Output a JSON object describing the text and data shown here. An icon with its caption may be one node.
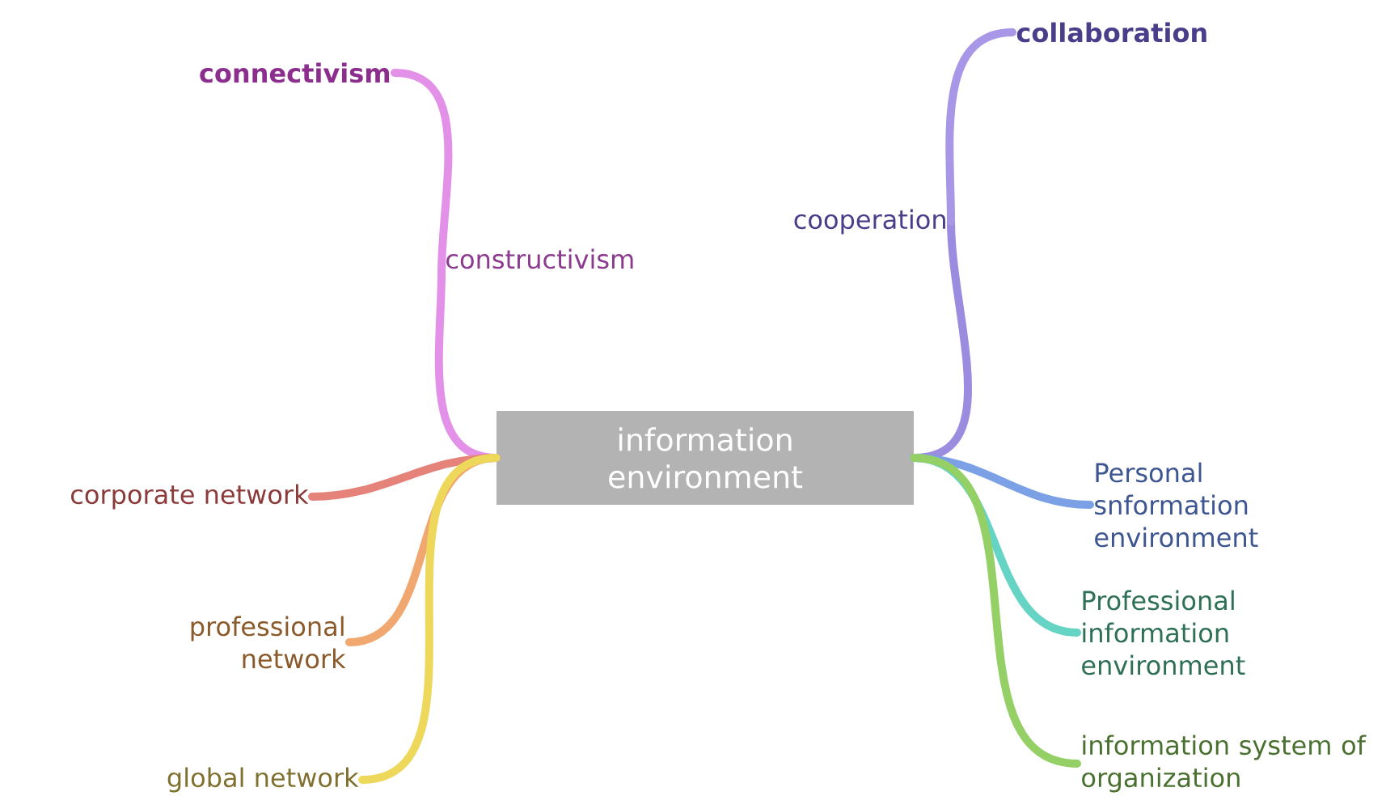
{
  "diagram": {
    "nodes": [
      {
        "text": [
          "**connectivism**"
        ]
      },
      {
        "text": [
          "**collaboration**"
        ]
      },
      {
        "text": [
          "constructivism"
        ]
      },
      {
        "text": [
          "cooperation"
        ]
      },
      {
        "text": [
          "information environment"
        ]
      },
      {
        "text": [
          "corporate network"
        ]
      },
      {
        "text": [
          "Personal snformation environment"
        ]
      },
      {
        "text": [
          "professional network"
        ]
      },
      {
        "text": [
          "Professional information environment"
        ]
      },
      {
        "text": [
          "global network"
        ]
      },
      {
        "text": [
          "information system of organization"
        ]
      }
    ],
    "edges": [
      {
        "from": 4,
        "to": 2,
        "arrow": "none",
        "color": "#e391e8"
      },
      {
        "from": 2,
        "to": 0,
        "arrow": "none",
        "color": "#e391e8"
      },
      {
        "from": 4,
        "to": 3,
        "arrow": "none",
        "color": "#9b8ce0"
      },
      {
        "from": 3,
        "to": 1,
        "arrow": "none",
        "color": "#a896e6"
      },
      {
        "from": 4,
        "to": 5,
        "arrow": "none",
        "color": "#e5837b"
      },
      {
        "from": 4,
        "to": 7,
        "arrow": "none",
        "color": "#f0a870"
      },
      {
        "from": 4,
        "to": 9,
        "arrow": "none",
        "color": "#eed85c"
      },
      {
        "from": 4,
        "to": 6,
        "arrow": "none",
        "color": "#7ba0e6"
      },
      {
        "from": 4,
        "to": 8,
        "arrow": "none",
        "color": "#66d4c4"
      },
      {
        "from": 4,
        "to": 10,
        "arrow": "none",
        "color": "#95d066"
      }
    ]
  }
}
